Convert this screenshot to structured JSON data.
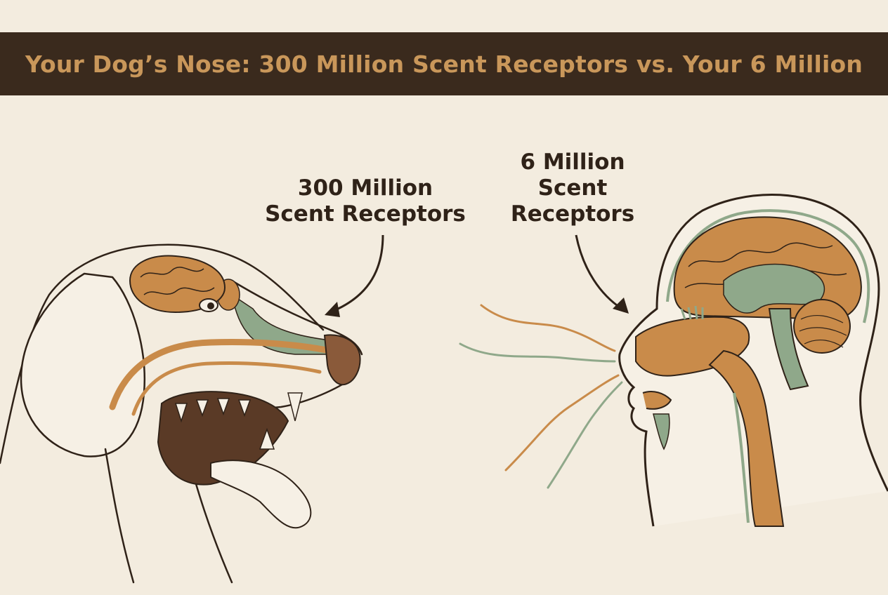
{
  "title": "Your Dog’s Nose: 300 Million Scent Receptors vs. Your 6 Million",
  "dog_label": {
    "line1": "300 Million",
    "line2": "Scent Receptors"
  },
  "human_label": {
    "line1": "6 Million",
    "line2": "Scent",
    "line3": "Receptors"
  },
  "colors": {
    "background": "#f3ecdf",
    "banner": "#3a2a1d",
    "title": "#c9975a",
    "brain": "#c98b4a",
    "nasal_green": "#8fa88a",
    "outline": "#2f2218"
  }
}
